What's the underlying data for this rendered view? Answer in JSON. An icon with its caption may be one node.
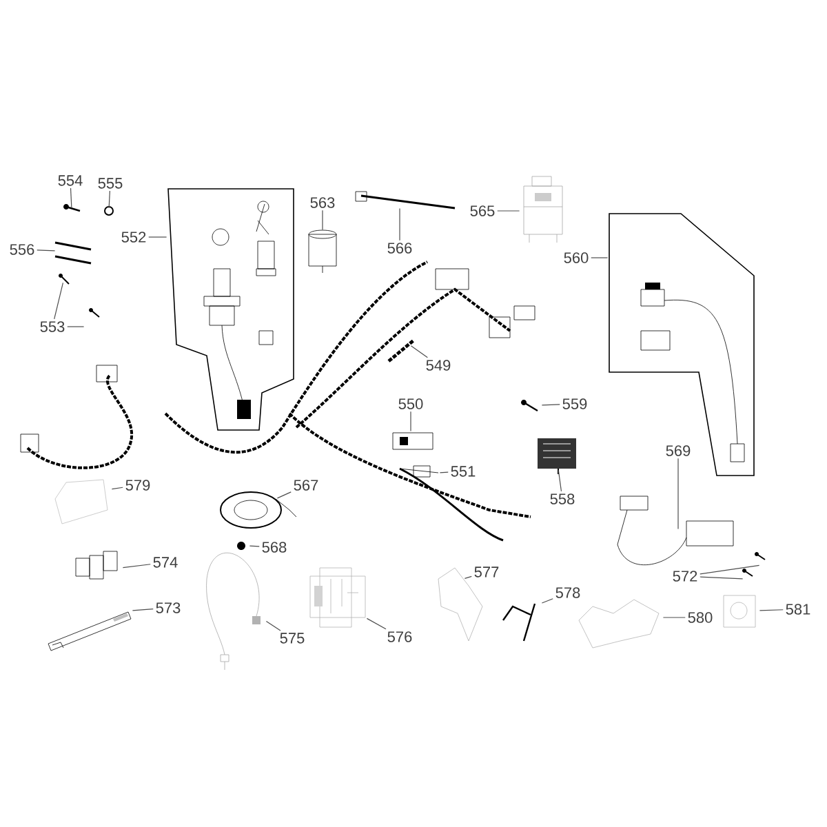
{
  "diagram": {
    "nodes": [
      {
        "text": [
          "554"
        ]
      },
      {
        "text": [],
        "shape": "picture"
      },
      {
        "text": [
          "555"
        ]
      },
      {
        "text": [],
        "shape": "picture"
      },
      {
        "text": [
          "556"
        ]
      },
      {
        "text": [],
        "shape": "picture"
      },
      {
        "text": [
          "552"
        ]
      },
      {
        "text": [],
        "shape": "box"
      },
      {
        "text": [
          "563"
        ]
      },
      {
        "text": [],
        "shape": "picture"
      },
      {
        "text": [
          "566"
        ]
      },
      {
        "text": [],
        "shape": "picture"
      },
      {
        "text": [
          "565"
        ]
      },
      {
        "text": [],
        "shape": "picture"
      },
      {
        "text": [
          "553"
        ]
      },
      {
        "text": [],
        "shape": "picture"
      },
      {
        "text": [],
        "shape": "picture"
      },
      {
        "text": [
          "560"
        ]
      },
      {
        "text": [],
        "shape": "box"
      },
      {
        "text": [
          "549"
        ]
      },
      {
        "text": [],
        "shape": "picture"
      },
      {
        "text": [
          "550"
        ]
      },
      {
        "text": [],
        "shape": "picture"
      },
      {
        "text": [
          "559"
        ]
      },
      {
        "text": [],
        "shape": "picture"
      },
      {
        "text": [
          "579"
        ]
      },
      {
        "text": [],
        "shape": "picture"
      },
      {
        "text": [
          "567"
        ]
      },
      {
        "text": [],
        "shape": "picture"
      },
      {
        "text": [
          "551"
        ]
      },
      {
        "text": [],
        "shape": "picture"
      },
      {
        "text": [
          "569"
        ]
      },
      {
        "text": [],
        "shape": "picture"
      },
      {
        "text": [
          "558"
        ]
      },
      {
        "text": [],
        "shape": "picture"
      },
      {
        "text": [
          "568"
        ]
      },
      {
        "text": [],
        "shape": "picture"
      },
      {
        "text": [
          "574"
        ]
      },
      {
        "text": [],
        "shape": "picture"
      },
      {
        "text": [
          "572"
        ]
      },
      {
        "text": [],
        "shape": "picture"
      },
      {
        "text": [],
        "shape": "picture"
      },
      {
        "text": [
          "577"
        ]
      },
      {
        "text": [],
        "shape": "picture"
      },
      {
        "text": [
          "578"
        ]
      },
      {
        "text": [],
        "shape": "picture"
      },
      {
        "text": [
          "573"
        ]
      },
      {
        "text": [],
        "shape": "picture"
      },
      {
        "text": [
          "575"
        ]
      },
      {
        "text": [],
        "shape": "picture"
      },
      {
        "text": [
          "576"
        ]
      },
      {
        "text": [],
        "shape": "picture"
      },
      {
        "text": [
          "580"
        ]
      },
      {
        "text": [],
        "shape": "picture"
      },
      {
        "text": [
          "581"
        ]
      },
      {
        "text": [],
        "shape": "picture"
      }
    ],
    "edges": [
      {
        "from": 0,
        "to": 1,
        "arrow": "none"
      },
      {
        "from": 2,
        "to": 3,
        "arrow": "none"
      },
      {
        "from": 4,
        "to": 5,
        "arrow": "none"
      },
      {
        "from": 6,
        "to": 7,
        "arrow": "none"
      },
      {
        "from": 8,
        "to": 9,
        "arrow": "none"
      },
      {
        "from": 10,
        "to": 11,
        "arrow": "none"
      },
      {
        "from": 12,
        "to": 13,
        "arrow": "none"
      },
      {
        "from": 14,
        "to": 15,
        "arrow": "none"
      },
      {
        "from": 14,
        "to": 16,
        "arrow": "none"
      },
      {
        "from": 17,
        "to": 18,
        "arrow": "none"
      },
      {
        "from": 19,
        "to": 20,
        "arrow": "none"
      },
      {
        "from": 21,
        "to": 22,
        "arrow": "none"
      },
      {
        "from": 23,
        "to": 24,
        "arrow": "none"
      },
      {
        "from": 25,
        "to": 26,
        "arrow": "none"
      },
      {
        "from": 27,
        "to": 28,
        "arrow": "none"
      },
      {
        "from": 29,
        "to": 30,
        "arrow": "none"
      },
      {
        "from": 31,
        "to": 32,
        "arrow": "none"
      },
      {
        "from": 33,
        "to": 34,
        "arrow": "none"
      },
      {
        "from": 35,
        "to": 36,
        "arrow": "none"
      },
      {
        "from": 37,
        "to": 38,
        "arrow": "none"
      },
      {
        "from": 39,
        "to": 40,
        "arrow": "none"
      },
      {
        "from": 39,
        "to": 41,
        "arrow": "none"
      },
      {
        "from": 42,
        "to": 43,
        "arrow": "none"
      },
      {
        "from": 44,
        "to": 45,
        "arrow": "none"
      },
      {
        "from": 46,
        "to": 47,
        "arrow": "none"
      },
      {
        "from": 48,
        "to": 49,
        "arrow": "none"
      },
      {
        "from": 50,
        "to": 51,
        "arrow": "none"
      },
      {
        "from": 52,
        "to": 53,
        "arrow": "none"
      },
      {
        "from": 54,
        "to": 55,
        "arrow": "none"
      }
    ]
  }
}
